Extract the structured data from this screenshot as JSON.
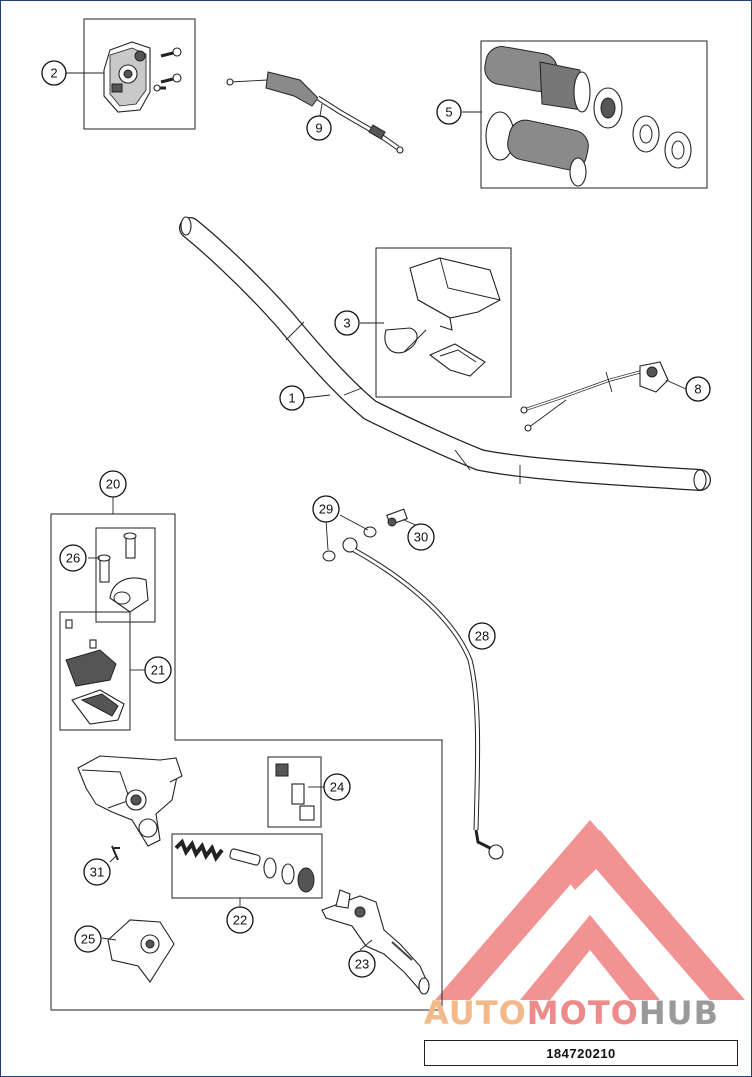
{
  "diagram": {
    "callouts": [
      {
        "id": "c1",
        "label": "1"
      },
      {
        "id": "c2",
        "label": "2"
      },
      {
        "id": "c3",
        "label": "3"
      },
      {
        "id": "c5",
        "label": "5"
      },
      {
        "id": "c8",
        "label": "8"
      },
      {
        "id": "c9",
        "label": "9"
      },
      {
        "id": "c20",
        "label": "20"
      },
      {
        "id": "c21",
        "label": "21"
      },
      {
        "id": "c22",
        "label": "22"
      },
      {
        "id": "c23",
        "label": "23"
      },
      {
        "id": "c24",
        "label": "24"
      },
      {
        "id": "c25",
        "label": "25"
      },
      {
        "id": "c26",
        "label": "26"
      },
      {
        "id": "c28",
        "label": "28"
      },
      {
        "id": "c29",
        "label": "29"
      },
      {
        "id": "c30",
        "label": "30"
      },
      {
        "id": "c31",
        "label": "31"
      }
    ],
    "document_number": "184720210"
  },
  "watermark": {
    "part1": "AUTO",
    "part2": "MOTO",
    "part3": "HUB",
    "colors": {
      "auto": "#f2b98a",
      "moto": "#ee8a8a",
      "hub": "#9a9a9a",
      "logo": "#f08080"
    }
  }
}
